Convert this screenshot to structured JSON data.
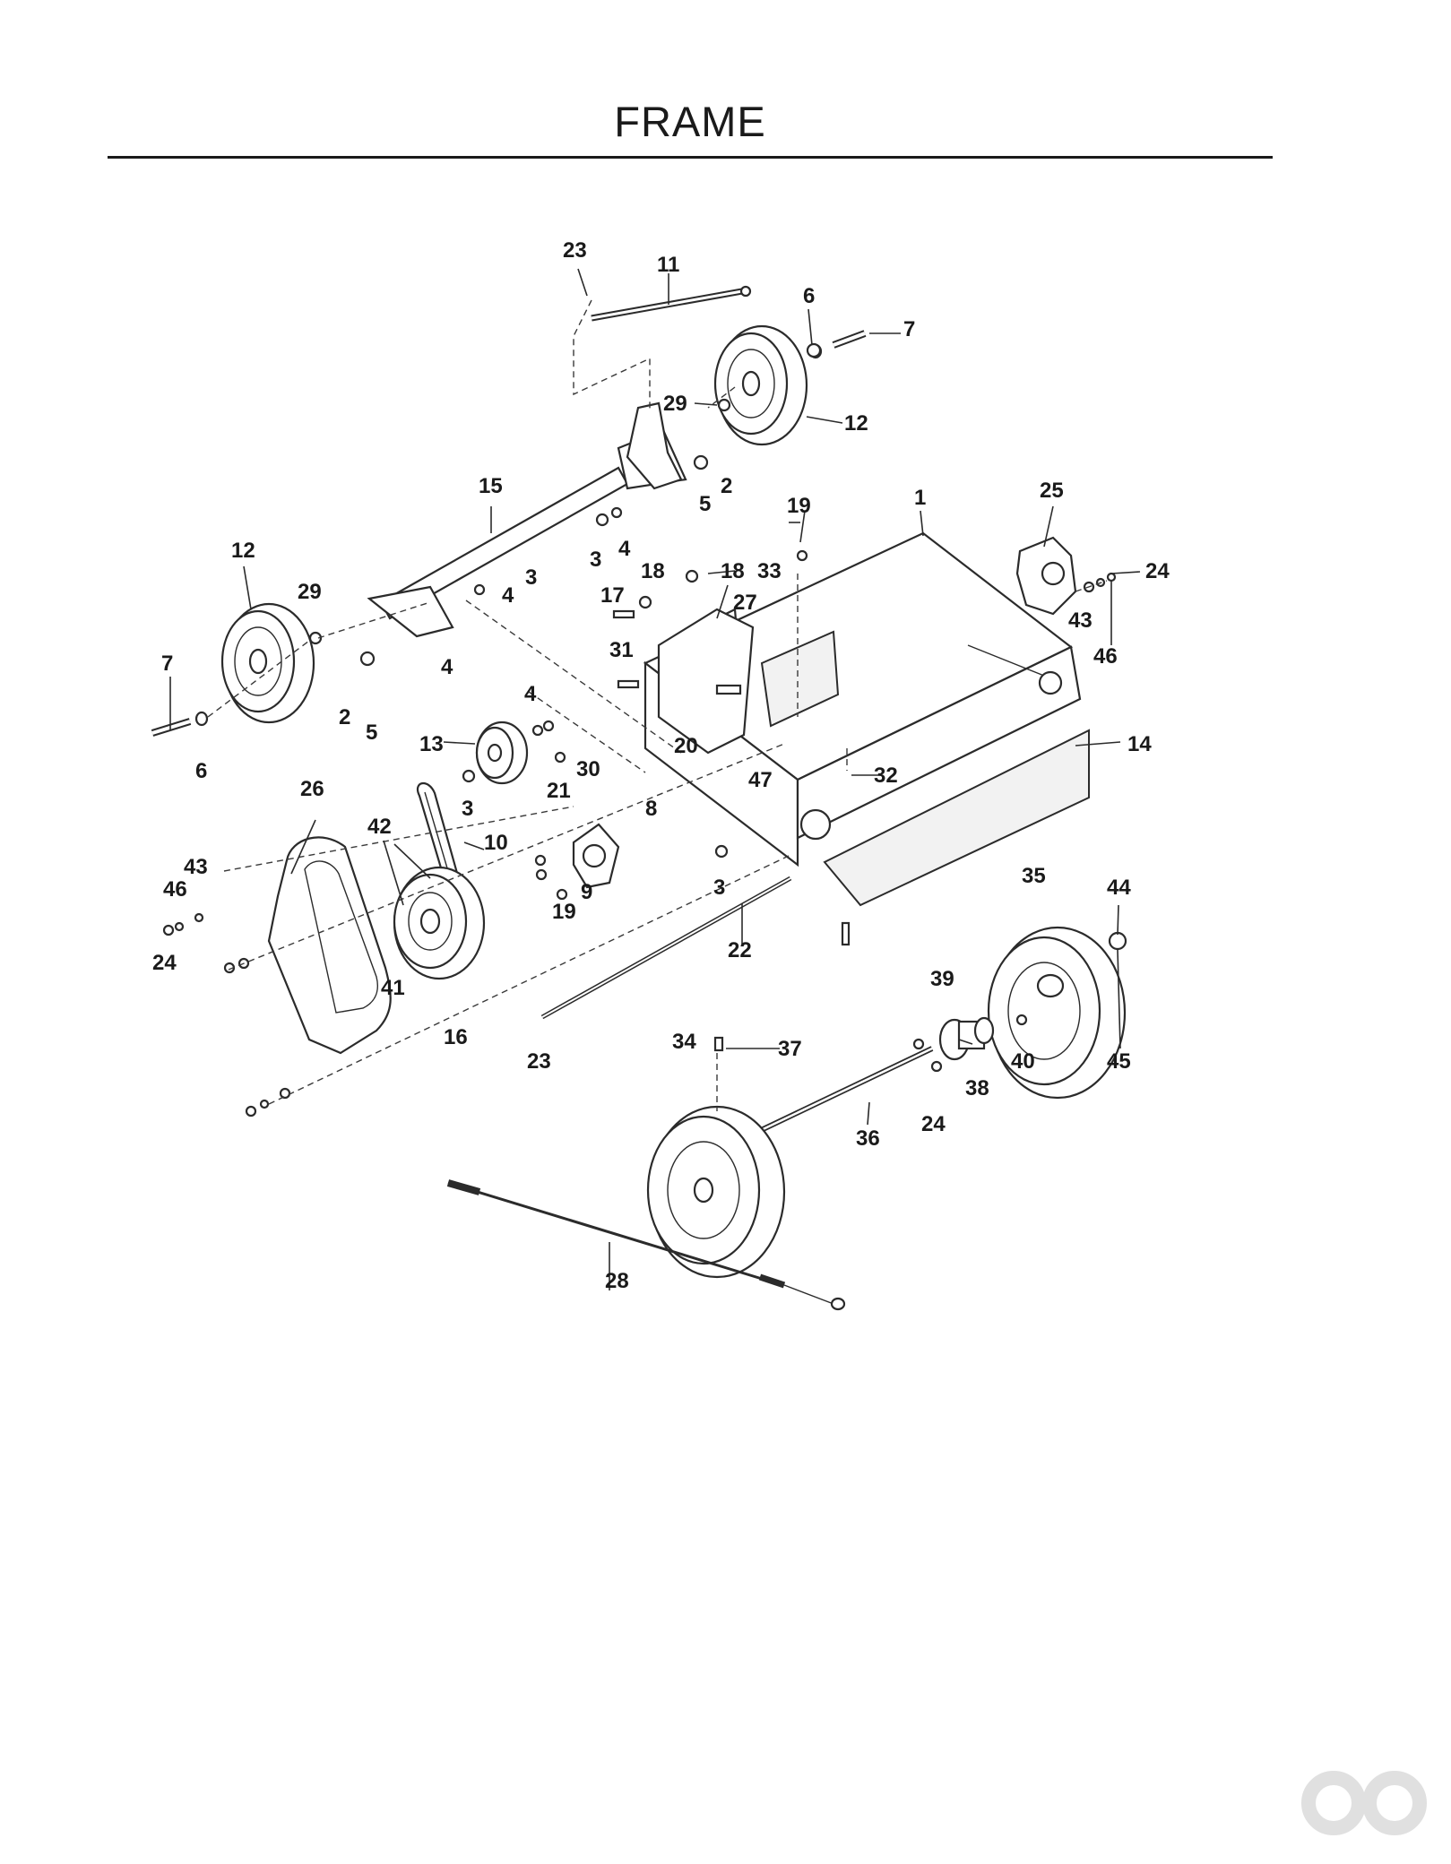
{
  "page": {
    "title": "FRAME",
    "watermark_color": "#e0e0e0"
  },
  "callouts": {
    "c1": "1",
    "c2a": "2",
    "c2b": "2",
    "c3a": "3",
    "c3b": "3",
    "c3c": "3",
    "c3d": "3",
    "c4a": "4",
    "c4b": "4",
    "c4c": "4",
    "c4d": "4",
    "c5a": "5",
    "c5b": "5",
    "c6a": "6",
    "c6b": "6",
    "c7a": "7",
    "c7b": "7",
    "c8": "8",
    "c9": "9",
    "c10": "10",
    "c11": "11",
    "c12a": "12",
    "c12b": "12",
    "c13": "13",
    "c14": "14",
    "c15": "15",
    "c16": "16",
    "c17": "17",
    "c18a": "18",
    "c18b": "18",
    "c19a": "19",
    "c19b": "19",
    "c20": "20",
    "c21": "21",
    "c22": "22",
    "c23a": "23",
    "c23b": "23",
    "c24a": "24",
    "c24b": "24",
    "c24c": "24",
    "c25": "25",
    "c26": "26",
    "c27": "27",
    "c28": "28",
    "c29a": "29",
    "c29b": "29",
    "c30": "30",
    "c31": "31",
    "c32": "32",
    "c33": "33",
    "c34": "34",
    "c35": "35",
    "c36": "36",
    "c37": "37",
    "c38": "38",
    "c39": "39",
    "c40": "40",
    "c41": "41",
    "c42": "42",
    "c43a": "43",
    "c43b": "43",
    "c44": "44",
    "c45": "45",
    "c46a": "46",
    "c46b": "46",
    "c47": "47"
  }
}
